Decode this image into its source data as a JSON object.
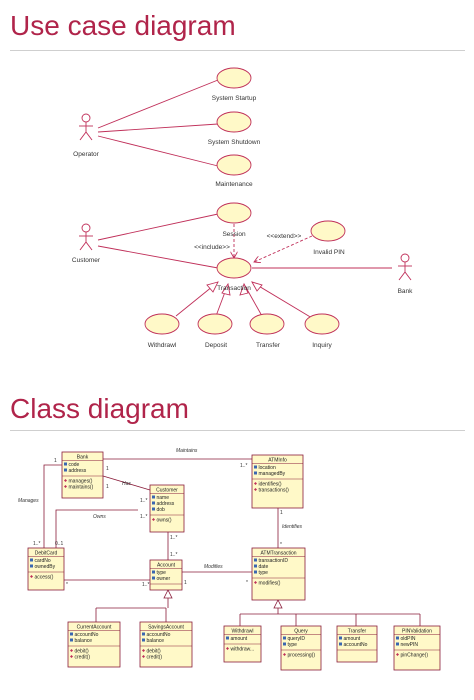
{
  "use_case": {
    "title": "Use case diagram",
    "actors": {
      "operator": "Operator",
      "customer": "Customer",
      "bank": "Bank"
    },
    "use_cases": {
      "startup": "System Startup",
      "shutdown": "System Shutdown",
      "maintenance": "Maintenance",
      "session": "Session",
      "transaction": "Transaction",
      "invalid_pin": "Invalid PIN",
      "withdraw": "Withdrawl",
      "deposit": "Deposit",
      "transfer": "Transfer",
      "inquiry": "Inquiry"
    },
    "stereotypes": {
      "include": "<<include>>",
      "extend": "<<extend>>"
    },
    "colors": {
      "usecase_fill": "#fff9c8",
      "line": "#c0305a"
    }
  },
  "class_diagram": {
    "title": "Class diagram",
    "classes": {
      "bank": {
        "name": "Bank",
        "attrs": [
          "code",
          "address"
        ],
        "ops": [
          "manages()",
          "maintains()"
        ]
      },
      "atminfo": {
        "name": "ATMInfo",
        "attrs": [
          "location",
          "managedBy"
        ],
        "ops": [
          "identifies()",
          "transactions()"
        ]
      },
      "customer": {
        "name": "Customer",
        "attrs": [
          "name",
          "address",
          "dob"
        ],
        "ops": [
          "owns()"
        ]
      },
      "debitcard": {
        "name": "DebitCard",
        "attrs": [
          "cardNo",
          "ownedBy"
        ],
        "ops": [
          "access()"
        ]
      },
      "account": {
        "name": "Account",
        "attrs": [
          "type",
          "owner"
        ],
        "ops": []
      },
      "atmtransaction": {
        "name": "ATMTransaction",
        "attrs": [
          "transactionID",
          "date",
          "type"
        ],
        "ops": [
          "modifies()"
        ]
      },
      "current": {
        "name": "CurrentAccount",
        "attrs": [
          "accountNo",
          "balance"
        ],
        "ops": [
          "debit()",
          "credit()"
        ]
      },
      "savings": {
        "name": "SavingsAccount",
        "attrs": [
          "accountNo",
          "balance"
        ],
        "ops": [
          "debit()",
          "credit()"
        ]
      },
      "withdrawl": {
        "name": "Withdrawl",
        "attrs": [
          "amount"
        ],
        "ops": [
          "withdraw..."
        ]
      },
      "query": {
        "name": "Query",
        "attrs": [
          "queryID",
          "type"
        ],
        "ops": [
          "processing()"
        ]
      },
      "transfer": {
        "name": "Transfer",
        "attrs": [
          "amount",
          "accountNo"
        ],
        "ops": []
      },
      "pinvalidation": {
        "name": "PINValidation",
        "attrs": [
          "oldPIN",
          "newPIN"
        ],
        "ops": [
          "pinChange()"
        ]
      }
    },
    "associations": {
      "maintains": "Maintains",
      "has": "Has",
      "manages": "Manages",
      "owns": "Owns",
      "identifies": "Identifies",
      "modifies": "Modifies"
    },
    "multiplicities": {
      "one": "1",
      "one_many": "1..*",
      "many": "*",
      "zero_one": "0..1"
    },
    "colors": {
      "class_fill": "#fff9c8",
      "class_border": "#8a1c3a",
      "line": "#8a1c3a",
      "attr_icon": "#3a66b0",
      "op_icon": "#c0305a"
    }
  }
}
